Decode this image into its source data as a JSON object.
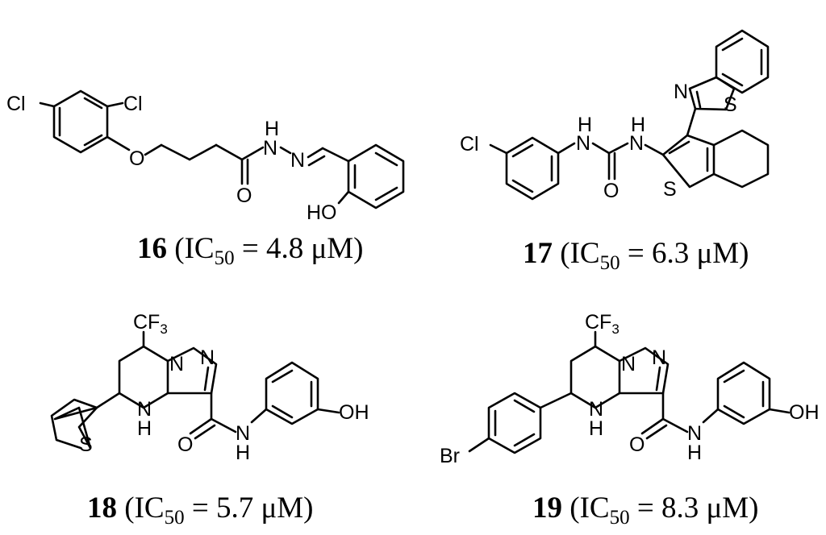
{
  "compounds": [
    {
      "id": "16",
      "ic50_label": "IC",
      "ic50_sub": "50",
      "value_text": " = 4.8 μM)",
      "open_paren": " (",
      "atoms": {
        "cl_a": "Cl",
        "cl_b": "Cl",
        "o_ether": "O",
        "nh_h": "H",
        "n1": "N",
        "n2": "N",
        "o_carbonyl": "O",
        "ho": "HO"
      }
    },
    {
      "id": "17",
      "ic50_label": "IC",
      "ic50_sub": "50",
      "value_text": " = 6.3 μM)",
      "open_paren": " (",
      "atoms": {
        "cl": "Cl",
        "h1": "H",
        "n1": "N",
        "h2": "H",
        "n2": "N",
        "o": "O",
        "s_thiophene": "S",
        "n_btz": "N",
        "s_btz": "S"
      }
    },
    {
      "id": "18",
      "ic50_label": "IC",
      "ic50_sub": "50",
      "value_text": " = 5.7 μM)",
      "open_paren": " (",
      "atoms": {
        "cf": "CF",
        "cf_sub": "3",
        "n_a": "N",
        "n_b": "N",
        "nh_n": "N",
        "nh_h": "H",
        "s": "S",
        "o": "O",
        "amide_n": "N",
        "amide_h": "H",
        "oh": "OH"
      }
    },
    {
      "id": "19",
      "ic50_label": "IC",
      "ic50_sub": "50",
      "value_text": " = 8.3 μM)",
      "open_paren": " (",
      "atoms": {
        "cf": "CF",
        "cf_sub": "3",
        "n_a": "N",
        "n_b": "N",
        "nh_n": "N",
        "nh_h": "H",
        "br": "Br",
        "o": "O",
        "amide_n": "N",
        "amide_h": "H",
        "oh": "OH"
      }
    }
  ]
}
